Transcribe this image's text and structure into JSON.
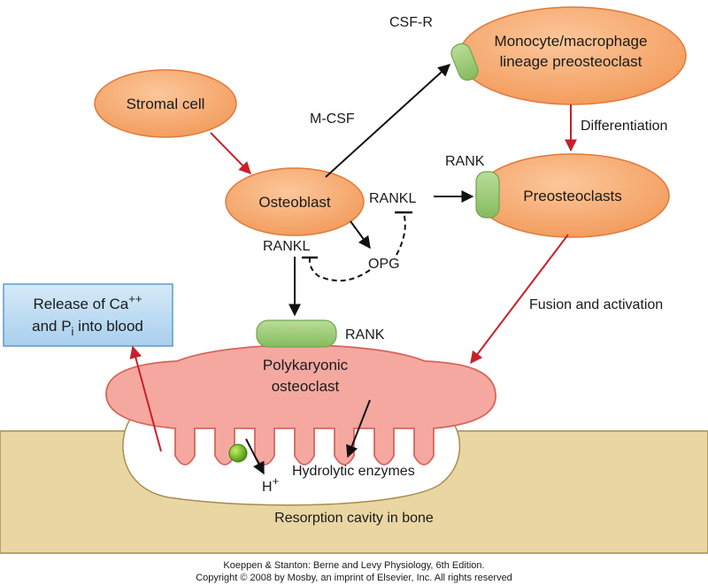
{
  "colors": {
    "cell_fill": "#f7a56b",
    "cell_stroke": "#e07a3c",
    "receptor_fill": "#9ccb7a",
    "receptor_stroke": "#6fa64c",
    "osteoclast_fill": "#f4a8a0",
    "osteoclast_stroke": "#d6655d",
    "bone_fill": "#e9d6a2",
    "bone_stroke": "#a68d4f",
    "release_box_fill": "#bddbf1",
    "release_box_stroke": "#5c9bd1",
    "red_arrow": "#c8202a",
    "black_arrow": "#111111",
    "proton_ball": "#7cbf2a"
  },
  "nodes": {
    "stromal_cell": "Stromal cell",
    "osteoblast": "Osteoblast",
    "monocyte_line1": "Monocyte/macrophage",
    "monocyte_line2": "lineage preosteoclast",
    "preosteoclasts": "Preosteoclasts",
    "osteoclast_line1": "Polykaryonic",
    "osteoclast_line2": "osteoclast"
  },
  "labels": {
    "csf_r": "CSF-R",
    "m_csf": "M-CSF",
    "differentiation": "Differentiation",
    "rank_top": "RANK",
    "rankl_right": "RANKL",
    "rankl_left": "RANKL",
    "opg": "OPG",
    "fusion_activation": "Fusion and activation",
    "rank_bottom": "RANK",
    "hydrolytic_enzymes": "Hydrolytic enzymes",
    "proton_base": "H",
    "proton_sup": "+",
    "resorption_cavity": "Resorption cavity in bone"
  },
  "release_box": {
    "line1_text": "Release of Ca",
    "line1_sup": "++",
    "line2_prefix": "and P",
    "line2_sub": "i",
    "line2_suffix": " into blood"
  },
  "credits": {
    "line1": "Koeppen & Stanton: Berne and Levy Physiology, 6th Edition.",
    "line2": "Copyright © 2008 by Mosby, an imprint of Elsevier, Inc. All rights reserved"
  }
}
